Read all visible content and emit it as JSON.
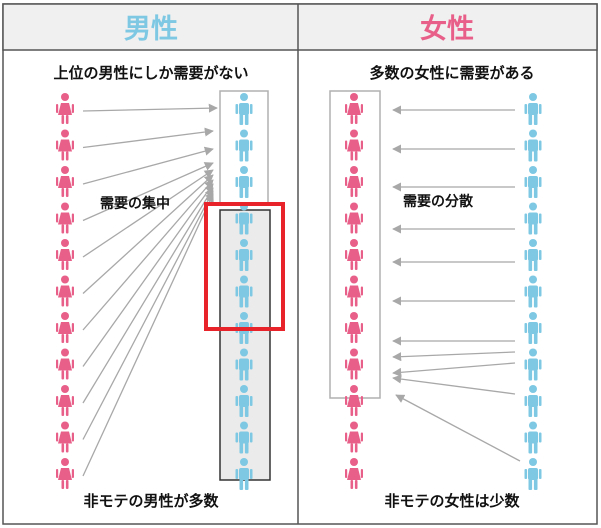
{
  "colors": {
    "male": "#7ec8e3",
    "female": "#e8608a",
    "arrow": "#a8a8a8",
    "header_bg": "#f0f0f0",
    "highlight": "#e8232a",
    "panel_border": "#555555"
  },
  "icons": {
    "female": "woman-icon",
    "male": "man-icon"
  },
  "male_panel": {
    "header": "男性",
    "caption_top": "上位の男性にしか需要がない",
    "label_concentration": "需要の集中",
    "caption_bottom": "非モテの男性が多数"
  },
  "female_panel": {
    "header": "女性",
    "caption_top": "多数の女性に需要がある",
    "label_dispersion": "需要の分散",
    "caption_bottom": "非モテの女性は少数"
  }
}
